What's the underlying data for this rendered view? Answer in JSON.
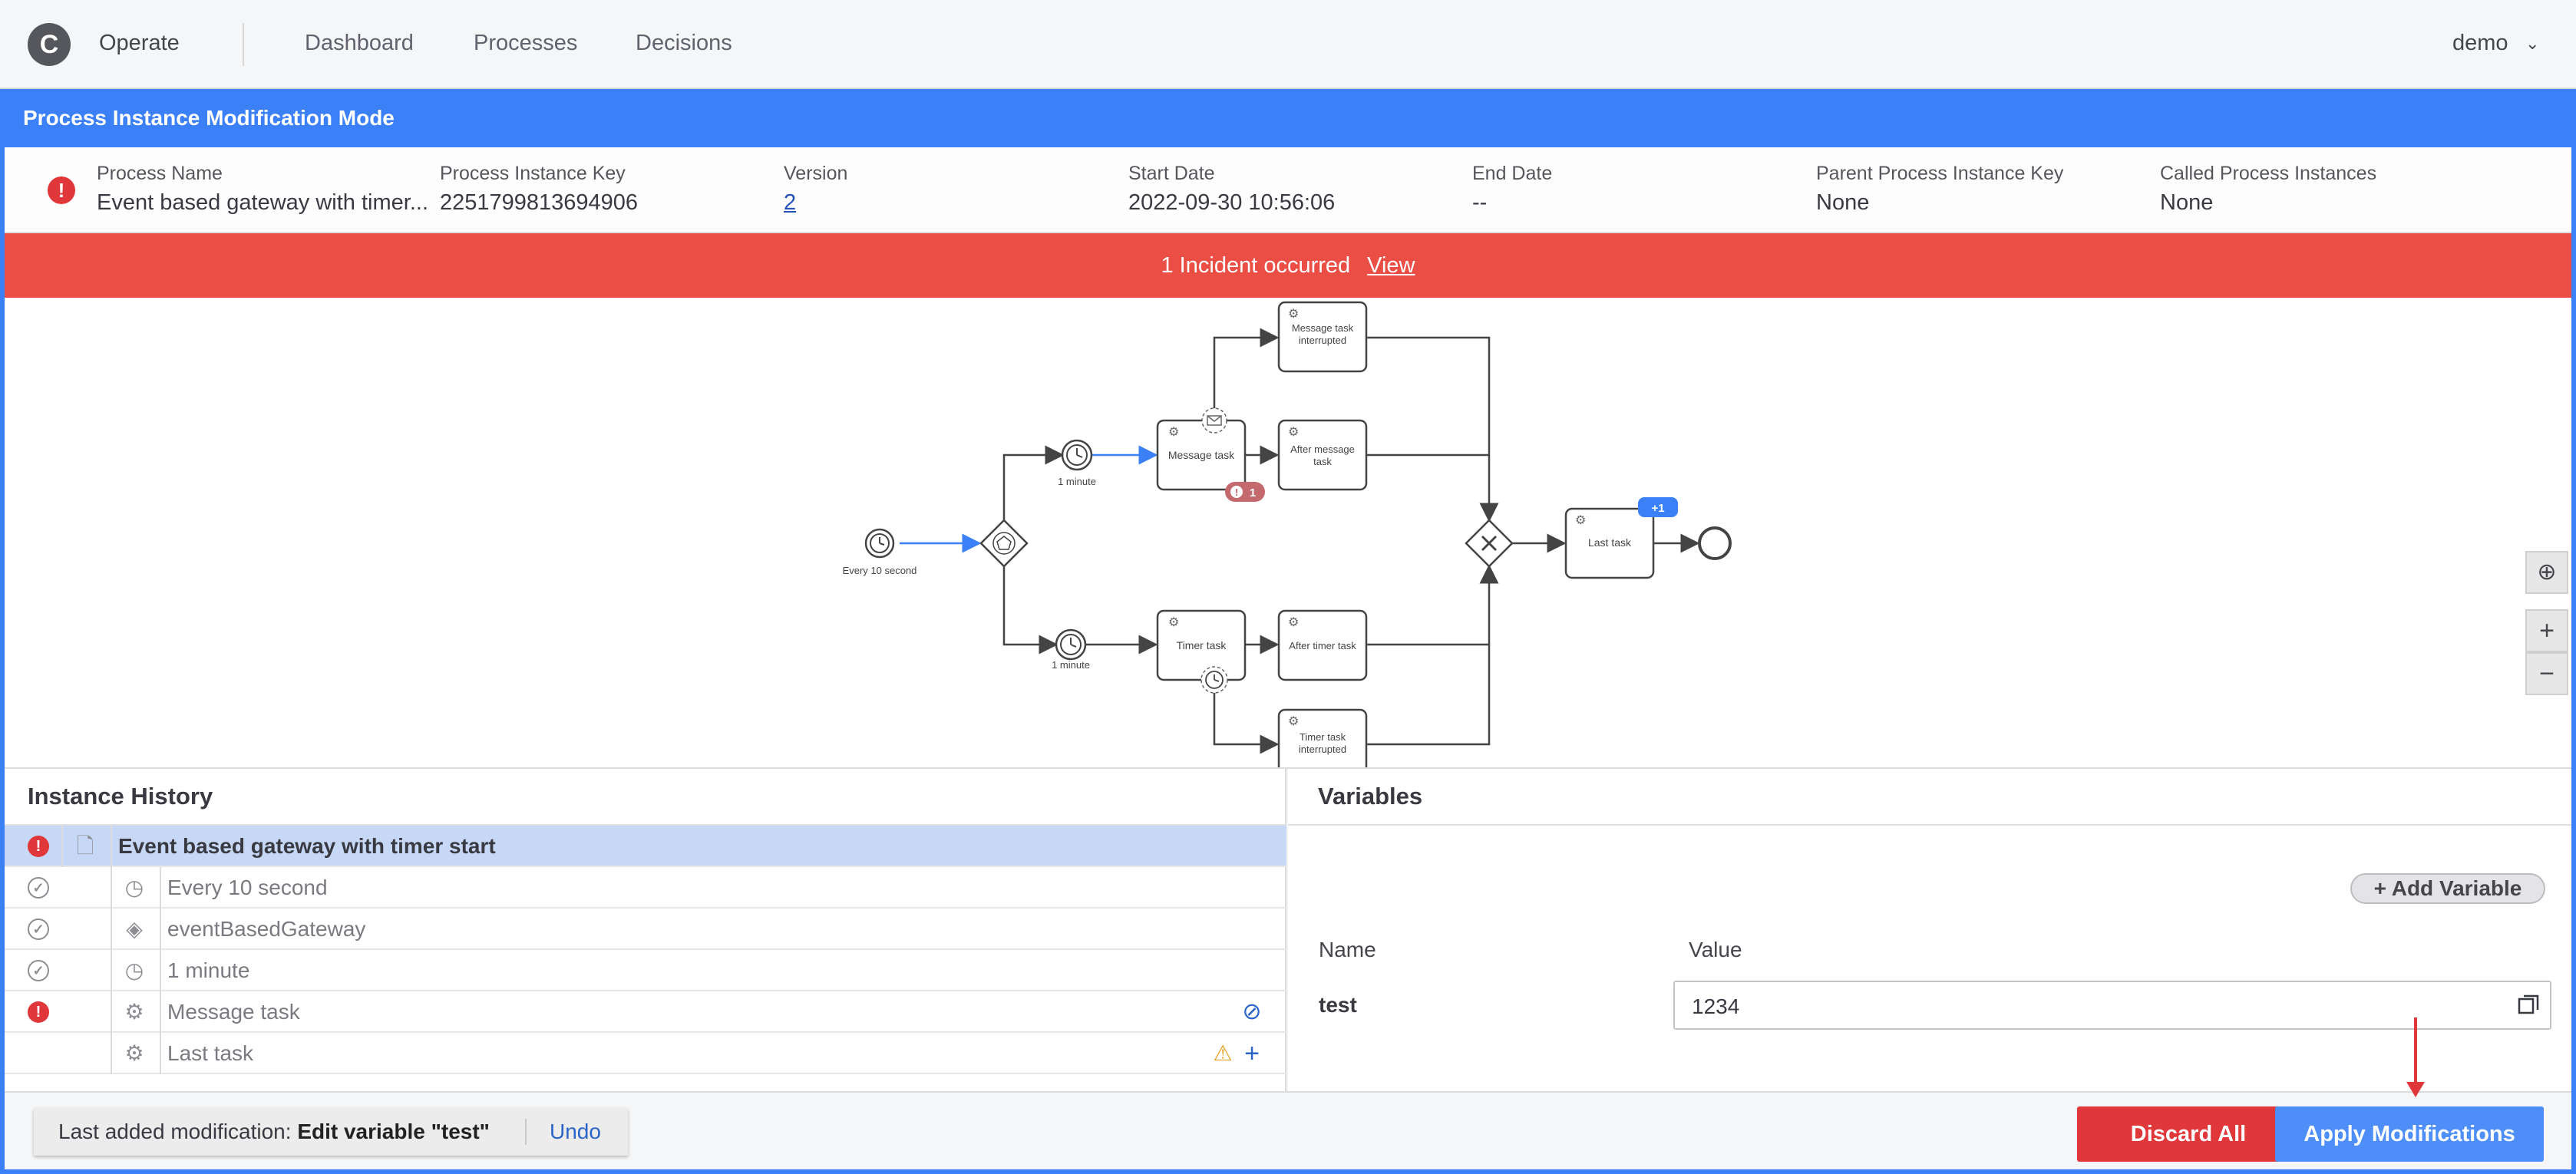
{
  "header": {
    "logo_letter": "C",
    "app_name": "Operate",
    "nav": [
      "Dashboard",
      "Processes",
      "Decisions"
    ],
    "user": "demo"
  },
  "mode_banner": "Process Instance Modification Mode",
  "instance": {
    "fields": [
      {
        "label": "Process Name",
        "value": "Event based gateway with timer..."
      },
      {
        "label": "Process Instance Key",
        "value": "2251799813694906"
      },
      {
        "label": "Version",
        "value": "2"
      },
      {
        "label": "Start Date",
        "value": "2022-09-30 10:56:06"
      },
      {
        "label": "End Date",
        "value": "--"
      },
      {
        "label": "Parent Process Instance Key",
        "value": "None"
      },
      {
        "label": "Called Process Instances",
        "value": "None"
      }
    ]
  },
  "incident_bar": {
    "text": "1 Incident occurred",
    "view": "View"
  },
  "diagram": {
    "start_event_label": "Every 10 second",
    "timer_top_label": "1 minute",
    "timer_bottom_label": "1 minute",
    "tasks": {
      "message_task": "Message task",
      "message_interrupted_1": "Message task",
      "message_interrupted_2": "interrupted",
      "after_message_1": "After message",
      "after_message_2": "task",
      "timer_task": "Timer task",
      "after_timer": "After timer task",
      "timer_interrupted_1": "Timer task",
      "timer_interrupted_2": "interrupted",
      "last_task": "Last task"
    },
    "incident_badge": "1",
    "modification_badge": "+1",
    "controls": {
      "reset": "⊕",
      "zoom_in": "+",
      "zoom_out": "−"
    }
  },
  "history": {
    "title": "Instance History",
    "rows": [
      {
        "label": "Event based gateway with timer start",
        "state": "incident",
        "icon": "document-icon"
      },
      {
        "label": "Every 10 second",
        "state": "completed",
        "icon": "timer-icon"
      },
      {
        "label": "eventBasedGateway",
        "state": "completed",
        "icon": "gateway-icon"
      },
      {
        "label": "1 minute",
        "state": "completed",
        "icon": "timer-icon"
      },
      {
        "label": "Message task",
        "state": "incident",
        "icon": "gear-icon"
      },
      {
        "label": "Last task",
        "state": "none",
        "icon": "gear-icon"
      }
    ]
  },
  "variables": {
    "title": "Variables",
    "add_label": "Add Variable",
    "col_name": "Name",
    "col_value": "Value",
    "rows": [
      {
        "name": "test",
        "value": "1234"
      }
    ]
  },
  "footer": {
    "last_mod_prefix": "Last added modification:",
    "last_mod_text": "Edit variable \"test\"",
    "undo": "Undo",
    "discard": "Discard All",
    "apply": "Apply Modifications"
  },
  "colors": {
    "accent_blue": "#3b80f7",
    "incident_red": "#ea4e45",
    "discard_red": "#e0373b",
    "apply_blue": "#4d8ef8",
    "selected_row": "#c6d8f6"
  }
}
